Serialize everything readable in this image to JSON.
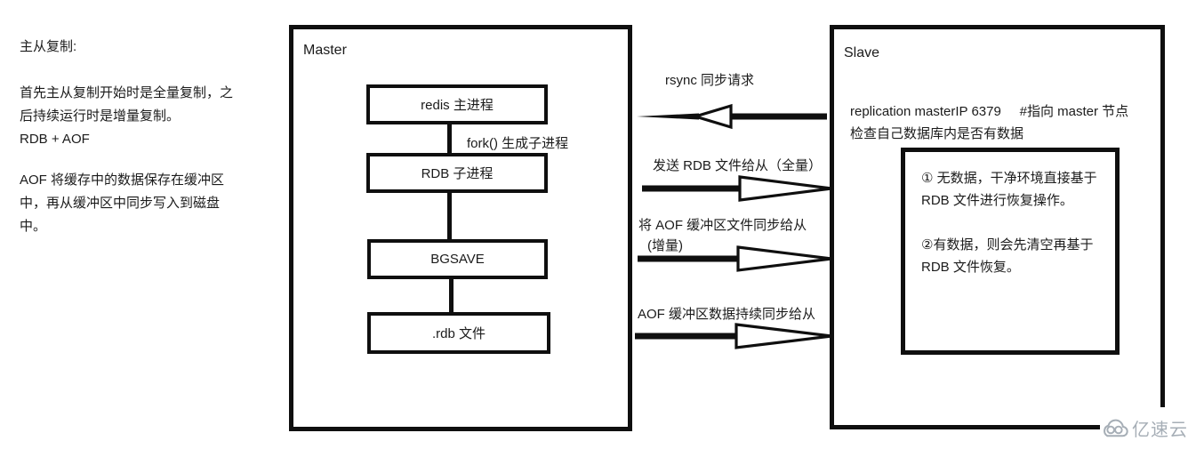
{
  "canvas": {
    "bg": "#ffffff",
    "ink": "#0f0f0f",
    "text_color": "#1b1b1b"
  },
  "left_notes": {
    "title": "主从复制:",
    "para1": "首先主从复制开始时是全量复制，之\n后持续运行时是增量复制。\nRDB + AOF",
    "para2": "AOF 将缓存中的数据保存在缓冲区\n中，再从缓冲区中同步写入到磁盘\n中。"
  },
  "master": {
    "title": "Master",
    "fork_label": "fork() 生成子进程",
    "nodes": [
      {
        "label": "redis 主进程"
      },
      {
        "label": "RDB 子进程"
      },
      {
        "label": "BGSAVE"
      },
      {
        "label": ".rdb 文件"
      }
    ]
  },
  "arrows": [
    {
      "label": "rsync 同步请求",
      "direction": "left",
      "from": "Slave",
      "to": "Master"
    },
    {
      "label": "发送 RDB 文件给从（全量）",
      "direction": "right",
      "from": "Master",
      "to": "Slave"
    },
    {
      "label": "将 AOF 缓冲区文件同步给从",
      "label2": "(增量)",
      "direction": "right",
      "from": "Master",
      "to": "Slave"
    },
    {
      "label": "AOF 缓冲区数据持续同步给从",
      "direction": "right",
      "from": "Master",
      "to": "Slave"
    }
  ],
  "slave": {
    "title": "Slave",
    "config_line": "replication masterIP 6379     #指向 master 节点",
    "check_line": "检查自己数据库内是否有数据",
    "note_box": "① 无数据，干净环境直接基于\nRDB 文件进行恢复操作。\n\n②有数据，则会先清空再基于\nRDB 文件恢复。"
  },
  "watermark": {
    "brand": "亿速云",
    "color": "#a6aeb6"
  }
}
